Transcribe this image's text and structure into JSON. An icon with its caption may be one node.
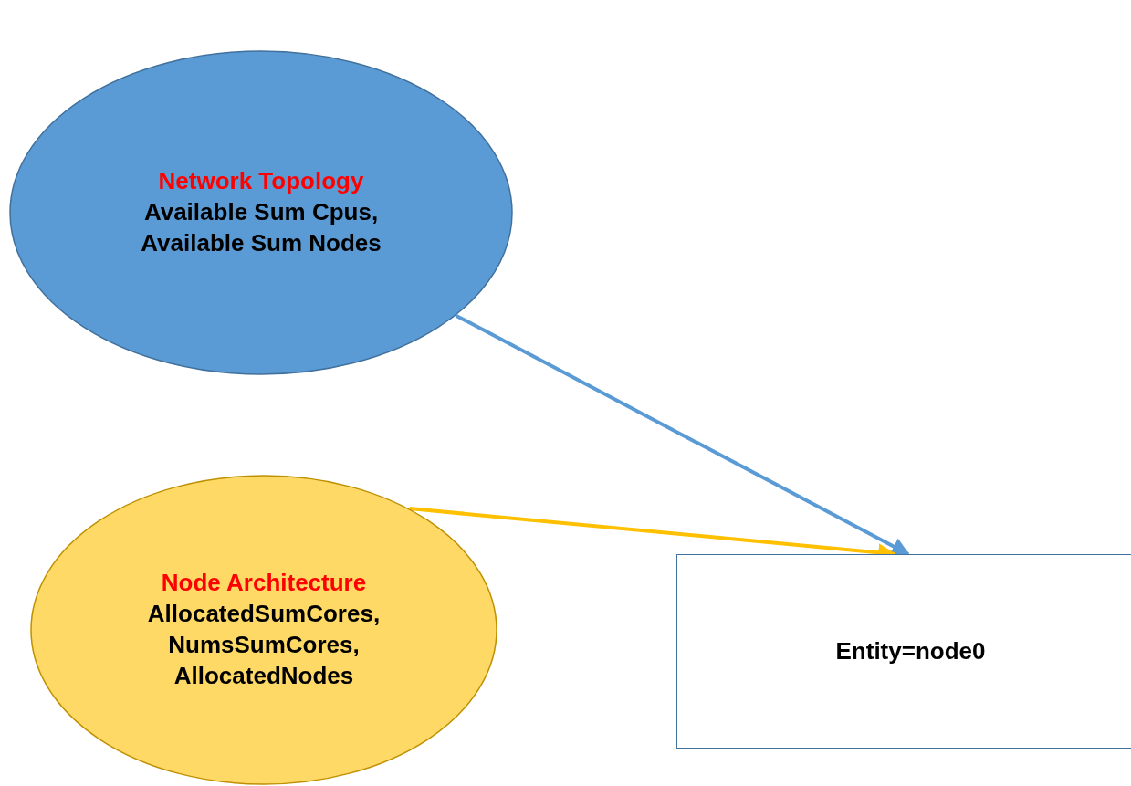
{
  "diagram": {
    "nodes": [
      {
        "text": [
          "Network Topology",
          "Available Sum Cpus, Available Sum Nodes"
        ]
      },
      {
        "text": [
          "Node Architecture",
          "AllocatedSumCores, NumsSumCores, AllocatedNodes"
        ]
      },
      {
        "text": [
          "Entity=node0"
        ]
      }
    ],
    "edges": [
      {
        "from": 0,
        "to": 2,
        "arrow": "to",
        "color": "#5b9bd5"
      },
      {
        "from": 1,
        "to": 2,
        "arrow": "to",
        "color": "#ffc000"
      }
    ]
  }
}
